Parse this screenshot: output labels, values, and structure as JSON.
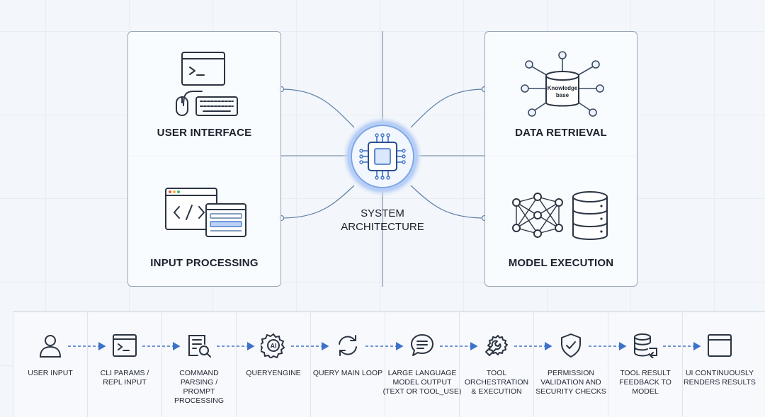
{
  "center": {
    "label_line1": "SYSTEM",
    "label_line2": "ARCHITECTURE",
    "icon": "cpu-chip-icon"
  },
  "quadrants": [
    {
      "key": "user_interface",
      "label": "USER INTERFACE",
      "icon": "terminal-keyboard-mouse-icon"
    },
    {
      "key": "data_retrieval",
      "label": "DATA RETRIEVAL",
      "icon": "knowledge-base-network-icon",
      "icon_text": "Knowledge base"
    },
    {
      "key": "input_processing",
      "label": "INPUT PROCESSING",
      "icon": "code-window-form-icon"
    },
    {
      "key": "model_execution",
      "label": "MODEL EXECUTION",
      "icon": "neural-network-database-icon"
    }
  ],
  "flow": [
    {
      "icon": "user-icon",
      "lines": [
        "USER INPUT"
      ]
    },
    {
      "icon": "terminal-icon",
      "lines": [
        "CLI PARAMS /",
        "REPL INPUT"
      ]
    },
    {
      "icon": "document-search-icon",
      "lines": [
        "COMMAND",
        "PARSING /",
        "PROMPT",
        "PROCESSING"
      ]
    },
    {
      "icon": "ai-gear-icon",
      "icon_text": "AI",
      "lines": [
        "QUERYENGINE"
      ]
    },
    {
      "icon": "loop-arrows-icon",
      "lines": [
        "QUERY MAIN LOOP"
      ]
    },
    {
      "icon": "chat-bubble-icon",
      "lines": [
        "LARGE LANGUAGE",
        "MODEL OUTPUT",
        "(TEXT OR TOOL_USE)"
      ]
    },
    {
      "icon": "wrench-gear-icon",
      "lines": [
        "TOOL",
        "ORCHESTRATION",
        "& EXECUTION"
      ]
    },
    {
      "icon": "shield-check-icon",
      "lines": [
        "PERMISSION",
        "VALIDATION AND",
        "SECURITY CHECKS"
      ]
    },
    {
      "icon": "database-return-icon",
      "lines": [
        "TOOL RESULT",
        "FEEDBACK TO",
        "MODEL"
      ]
    },
    {
      "icon": "browser-window-icon",
      "lines": [
        "UI CONTINUOUSLY",
        "RENDERS RESULTS"
      ]
    }
  ],
  "colors": {
    "accent": "#4a7fd6",
    "line": "#5a7fb3",
    "stroke": "#2b3442",
    "glow": "#a9c4f5"
  }
}
